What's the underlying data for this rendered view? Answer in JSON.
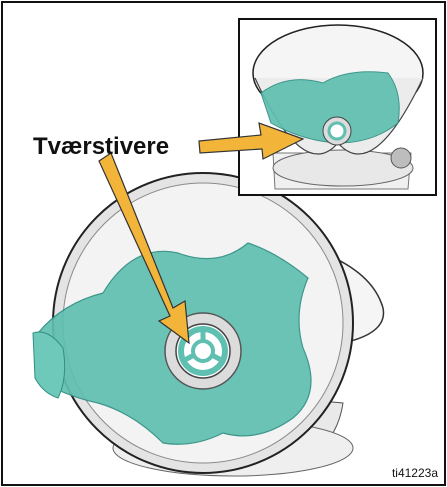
{
  "labels": {
    "callout": "Tværstivere",
    "figure_id": "ti41223a"
  },
  "colors": {
    "border": "#111111",
    "liquid": "#5fbfb0",
    "liquid_edge": "#2f8f83",
    "arrow_fill": "#f2b53a",
    "arrow_stroke": "#333333",
    "hopper_rim": "#d9d9d9",
    "hopper_body": "#f4f4f4"
  },
  "icons": {
    "arrow": "callout-arrow",
    "strainer": "cross-brace-strainer"
  }
}
